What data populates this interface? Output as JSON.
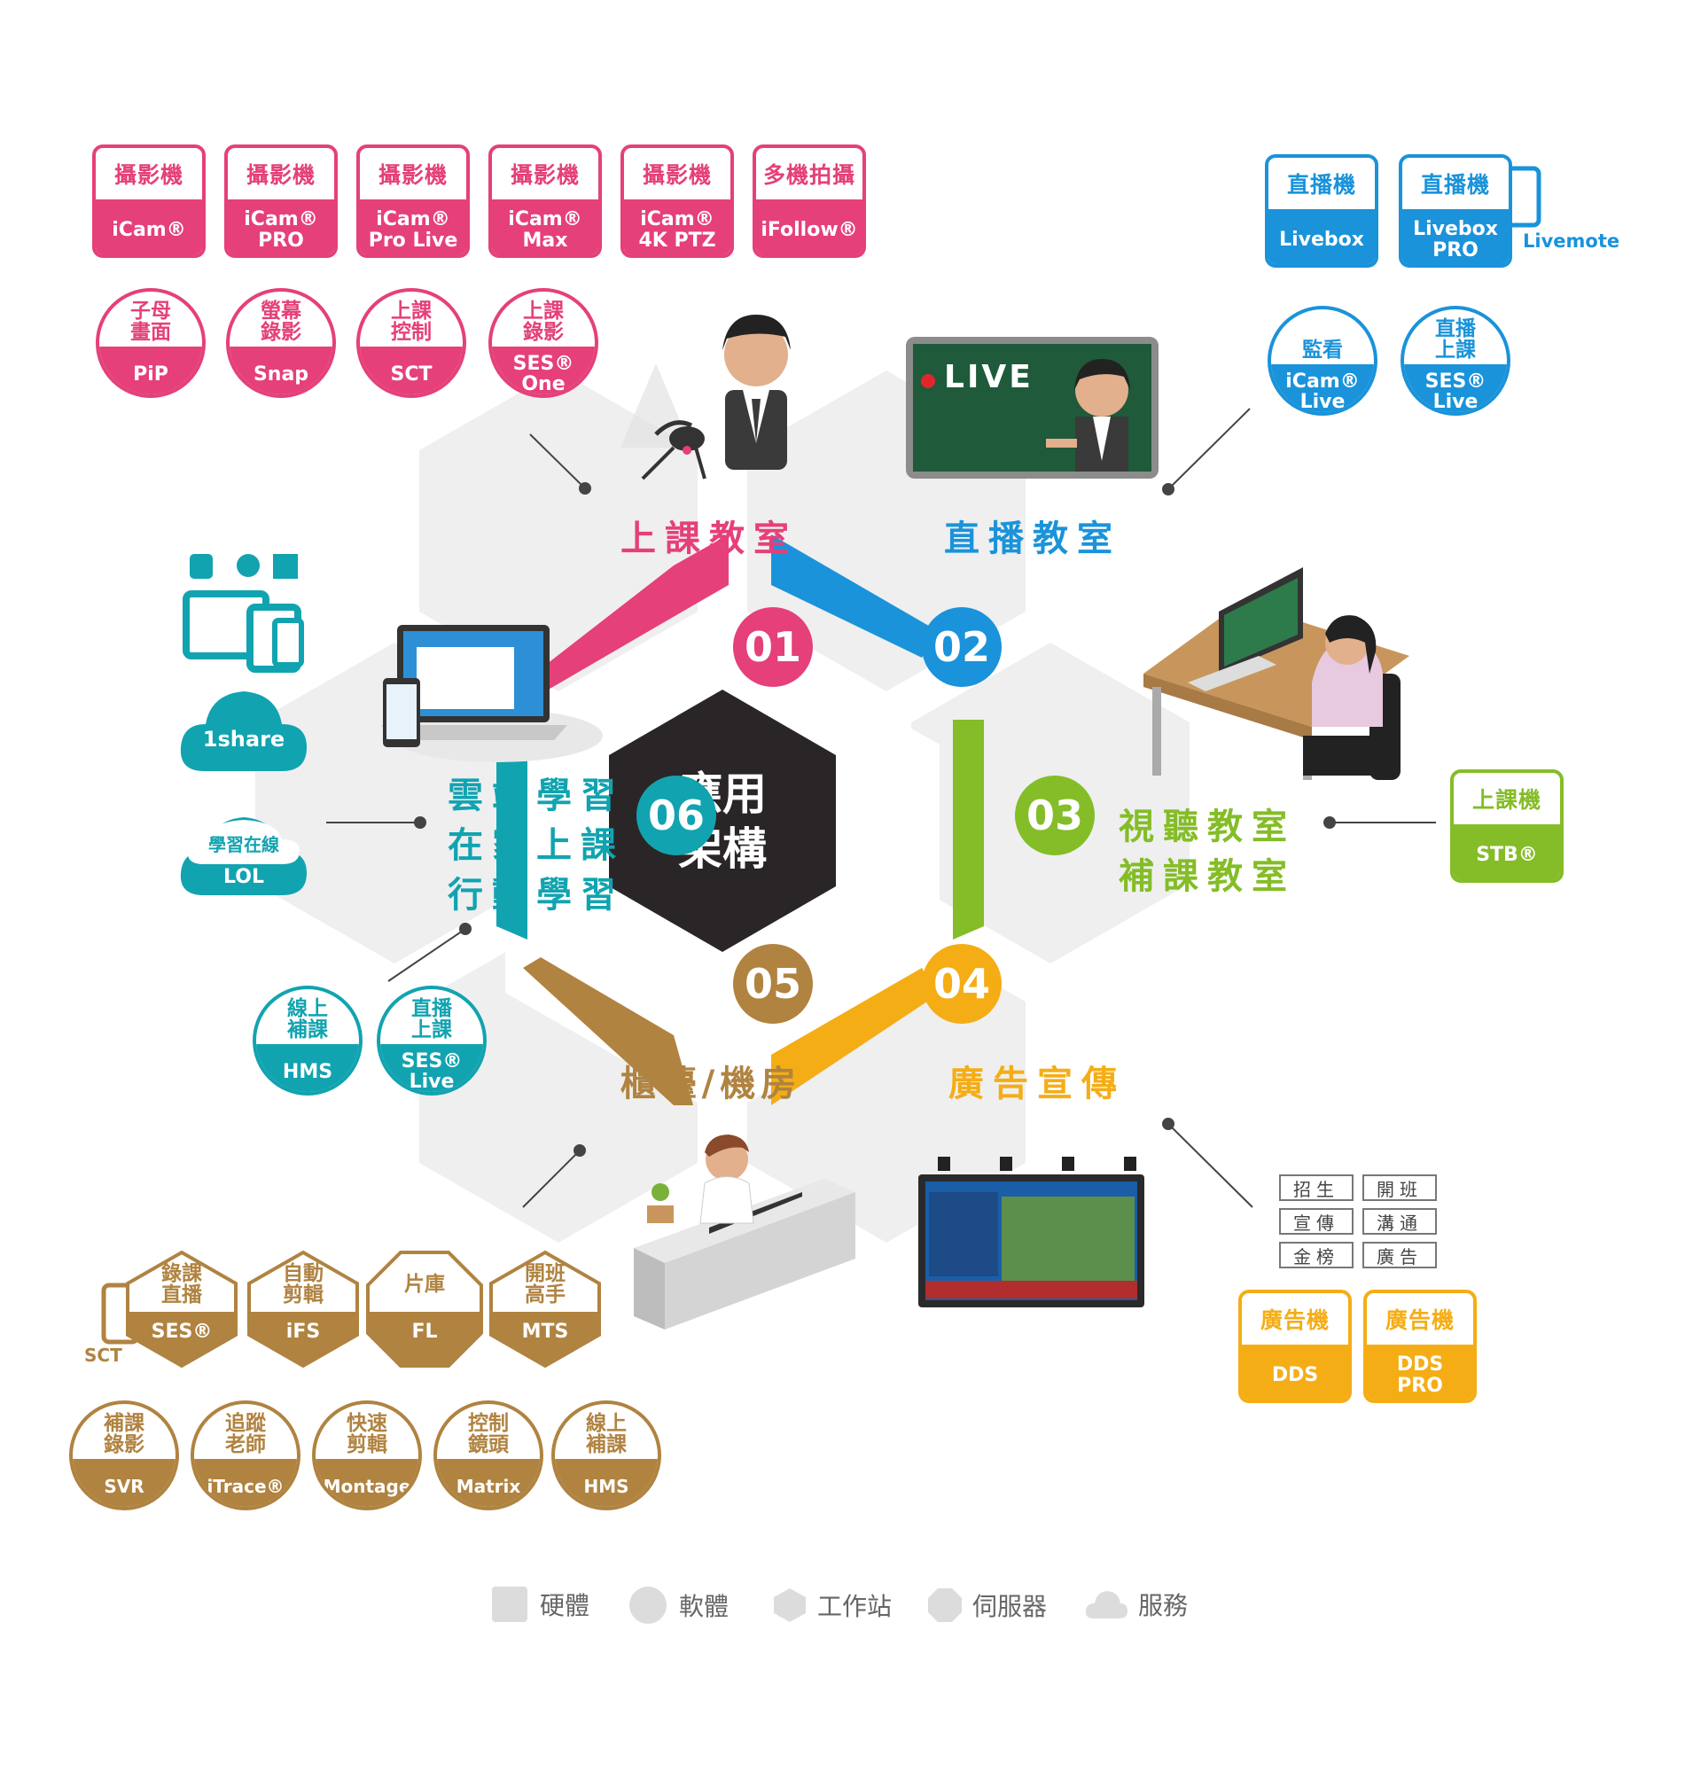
{
  "center": {
    "line1": "應用",
    "line2": "架構"
  },
  "sections": {
    "s01": {
      "num": "01",
      "title": "上課教室",
      "color": "#e5407a"
    },
    "s02": {
      "num": "02",
      "title": "直播教室",
      "color": "#1a93da"
    },
    "s03": {
      "num": "03",
      "title_line1": "視聽教室",
      "title_line2": "補課教室",
      "color": "#84bd27"
    },
    "s04": {
      "num": "04",
      "title": "廣告宣傳",
      "color": "#f5ad16"
    },
    "s05": {
      "num": "05",
      "title": "櫃檯/機房",
      "color": "#b08341"
    },
    "s06": {
      "num": "06",
      "title_line1": "雲端學習",
      "title_line2": "在家上課",
      "title_line3": "行動學習",
      "color": "#12a3b0"
    }
  },
  "live_screen": {
    "label": "LIVE"
  },
  "pink_hardware": [
    {
      "top": "攝影機",
      "bottom": "iCam®"
    },
    {
      "top": "攝影機",
      "bottom": "iCam®\nPRO"
    },
    {
      "top": "攝影機",
      "bottom": "iCam®\nPro Live"
    },
    {
      "top": "攝影機",
      "bottom": "iCam®\nMax"
    },
    {
      "top": "攝影機",
      "bottom": "iCam®\n4K PTZ"
    },
    {
      "top": "多機拍攝",
      "bottom": "iFollow®"
    }
  ],
  "pink_software": [
    {
      "top": "子母\n畫面",
      "bottom": "PiP"
    },
    {
      "top": "螢幕\n錄影",
      "bottom": "Snap"
    },
    {
      "top": "上課\n控制",
      "bottom": "SCT"
    },
    {
      "top": "上課\n錄影",
      "bottom": "SES®\nOne"
    }
  ],
  "blue_hardware": [
    {
      "top": "直播機",
      "bottom": "Livebox"
    },
    {
      "top": "直播機",
      "bottom": "Livebox\nPRO"
    }
  ],
  "livemote_label": "Livemote",
  "blue_software": [
    {
      "top": "監看",
      "bottom": "iCam®\nLive"
    },
    {
      "top": "直播\n上課",
      "bottom": "SES®\nLive"
    }
  ],
  "green_hardware": {
    "top": "上課機",
    "bottom": "STB®"
  },
  "teal_services": {
    "oneshare": "1share",
    "lol_top": "學習在線",
    "lol_bottom": "LOL"
  },
  "teal_software": [
    {
      "top": "線上\n補課",
      "bottom": "HMS"
    },
    {
      "top": "直播\n上課",
      "bottom": "SES®\nLive"
    }
  ],
  "orange_tags": [
    "招生",
    "開班",
    "宣傳",
    "溝通",
    "金榜",
    "廣告"
  ],
  "orange_hardware": [
    {
      "top": "廣告機",
      "bottom": "DDS"
    },
    {
      "top": "廣告機",
      "bottom": "DDS\nPRO"
    }
  ],
  "brown_workstations": [
    {
      "top": "錄課\n直播",
      "bottom": "SES®"
    },
    {
      "top": "自動\n剪輯",
      "bottom": "iFS"
    },
    {
      "top": "片庫",
      "bottom": "FL"
    },
    {
      "top": "開班\n高手",
      "bottom": "MTS"
    }
  ],
  "sct_label": "SCT",
  "brown_software": [
    {
      "top": "補課\n錄影",
      "bottom": "SVR"
    },
    {
      "top": "追蹤\n老師",
      "bottom": "iTrace®"
    },
    {
      "top": "快速\n剪輯",
      "bottom": "Montage"
    },
    {
      "top": "控制\n鏡頭",
      "bottom": "Matrix"
    },
    {
      "top": "線上\n補課",
      "bottom": "HMS"
    }
  ],
  "legend": [
    {
      "shape": "square",
      "label": "硬體"
    },
    {
      "shape": "circle",
      "label": "軟體"
    },
    {
      "shape": "hexagon",
      "label": "工作站"
    },
    {
      "shape": "octagon",
      "label": "伺服器"
    },
    {
      "shape": "cloud",
      "label": "服務"
    }
  ],
  "colors": {
    "hex_bg": "#efefef",
    "center": "#2a2627",
    "connector": "#444444"
  }
}
